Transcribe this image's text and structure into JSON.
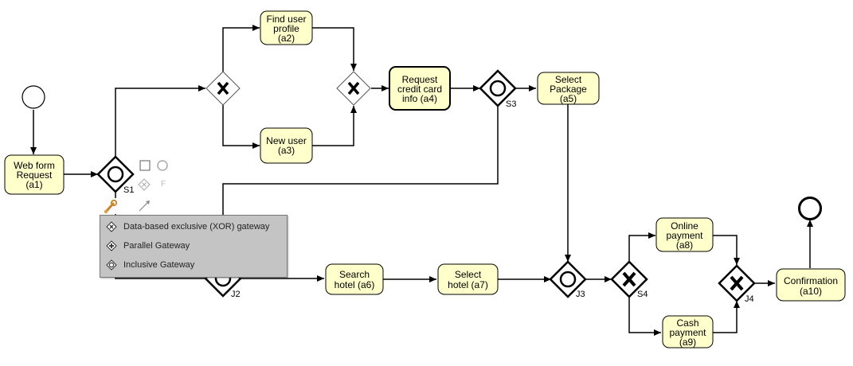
{
  "diagram": {
    "tasks": {
      "a1": [
        "Web form",
        "Request",
        "(a1)"
      ],
      "a2": [
        "Find user",
        "profile",
        "(a2)"
      ],
      "a3": [
        "New user",
        "(a3)"
      ],
      "a4": [
        "Request",
        "credit card",
        "info (a4)"
      ],
      "a5": [
        "Select",
        "Package",
        "(a5)"
      ],
      "a6": [
        "Search",
        "hotel (a6)"
      ],
      "a7": [
        "Select",
        "hotel (a7)"
      ],
      "a8": [
        "Online",
        "payment",
        "(a8)"
      ],
      "a9": [
        "Cash",
        "payment",
        "(a9)"
      ],
      "a10": [
        "Confirmation",
        "(a10)"
      ]
    },
    "gateway_labels": {
      "s1": "S1",
      "s3": "S3",
      "j2": "J2",
      "j3": "J3",
      "s4": "S4",
      "j4": "J4"
    },
    "palette_partial_letter": "F"
  },
  "popup_menu": {
    "items": [
      {
        "label": "Data-based exclusive (XOR) gateway",
        "icon": "xor-gateway-icon"
      },
      {
        "label": "Parallel Gateway",
        "icon": "parallel-gateway-icon"
      },
      {
        "label": "Inclusive Gateway",
        "icon": "inclusive-gateway-icon"
      }
    ]
  }
}
